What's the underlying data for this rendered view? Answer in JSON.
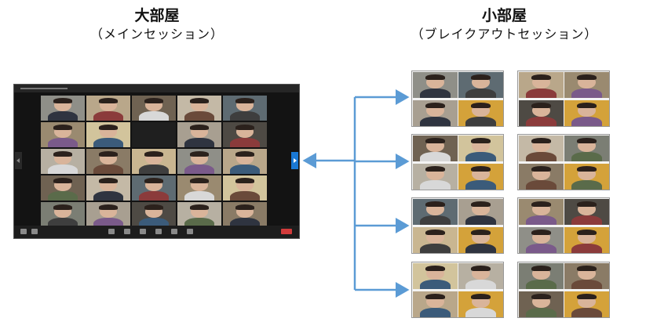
{
  "main_room": {
    "title": "大部屋",
    "subtitle": "（メインセッション）"
  },
  "breakout_rooms": {
    "title": "小部屋",
    "subtitle": "（ブレイクアウトセッション）"
  },
  "colors": {
    "arrow": "#5b9bd5",
    "screen_bg": "#131313",
    "nav_accent": "#1a78d4"
  },
  "main_screen": {
    "participant_count": 25,
    "breakout_room_count": 8,
    "participants_per_room": 4
  }
}
